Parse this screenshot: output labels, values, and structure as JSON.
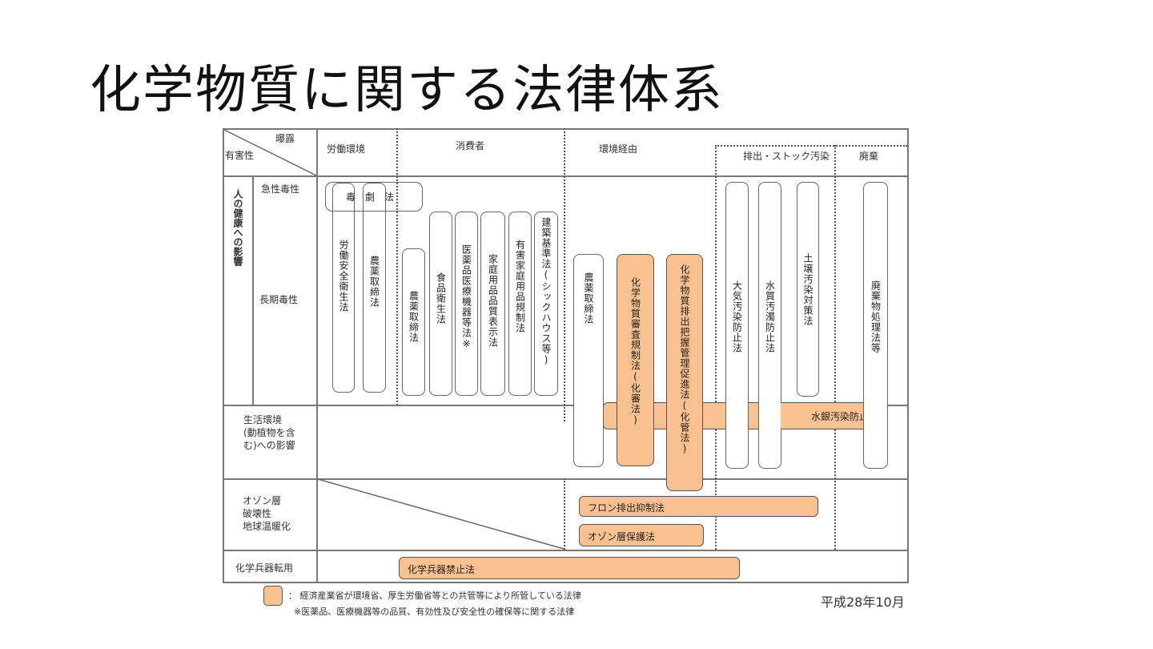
{
  "title": "化学物質に関する法律体系",
  "date": "平成28年10月",
  "header": {
    "corner_top": "曝露",
    "corner_bottom": "有害性",
    "columns": [
      "労働環境",
      "消費者",
      "環境経由",
      "排出・ストック汚染",
      "廃棄"
    ]
  },
  "rows": {
    "human_health": "人の健康への影響",
    "acute": "急性毒性",
    "chronic": "長期毒性",
    "living_env": "生活環境\n(動植物を含\nむ)への影響",
    "living_env_lines": [
      "生活環境",
      "(動植物を含",
      "む)への影響"
    ],
    "ozone_lines": [
      "オゾン層",
      "破壊性",
      "地球温暖化"
    ],
    "chem_weapons": "化学兵器転用"
  },
  "laws": {
    "poison": "毒　劇　法",
    "labor_safety": "労働安全衛生法",
    "agri_chem_labor": "農薬取締法",
    "agri_chem_consumer": "農薬取締法",
    "food_sanitation": "食品衛生法",
    "pharma": "医薬品医療機器等法※",
    "household_labeling": "家庭用品品質表示法",
    "household_harmful": "有害家庭用品規制法",
    "building": "建築基準法(シックハウス等)",
    "agri_chem_env": "農薬取締法",
    "cscl": "化学物質審査規制法(化審法)",
    "prtr": "化学物質排出把握管理促進法(化管法)",
    "air": "大気汚染防止法",
    "water": "水質汚濁防止法",
    "soil": "土壌汚染対策法",
    "waste": "廃棄物処理法等",
    "mercury": "水銀汚染防止法",
    "fluorocarbon": "フロン排出抑制法",
    "ozone": "オゾン層保護法",
    "cwc": "化学兵器禁止法"
  },
  "legend": {
    "swatch_color": "#f9c18f",
    "colon": "：",
    "text": "経済産業省が環境省、厚生労働省等との共管等により所管している法律",
    "footnote": "※医薬品、医療機器等の品質、有効性及び安全性の確保等に関する法律"
  }
}
